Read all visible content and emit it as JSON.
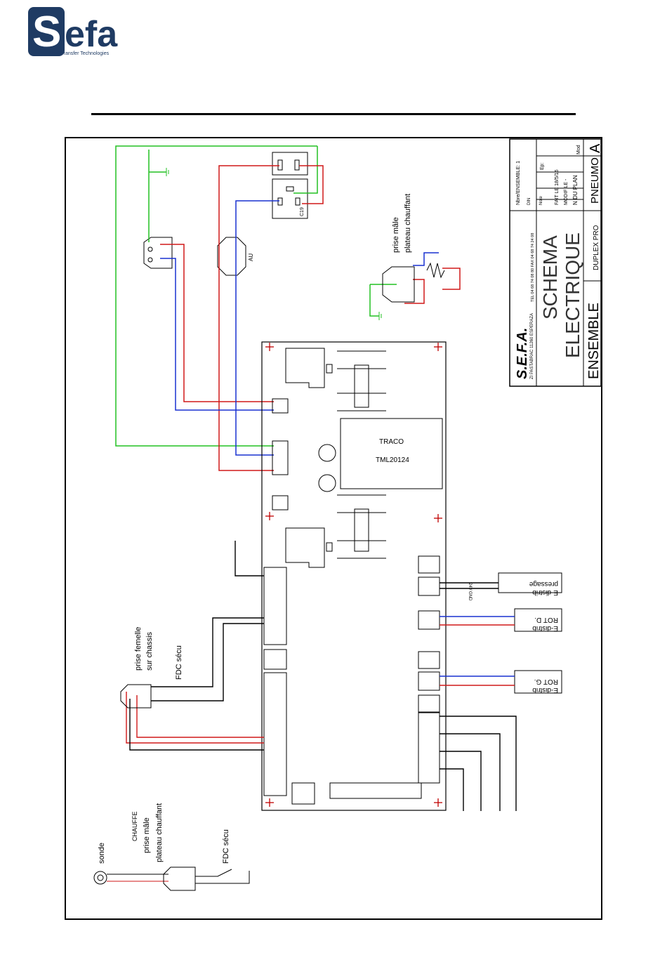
{
  "brand": {
    "logo_s": "S",
    "logo_text": "efa",
    "tagline": "Heat Transfer Technologies",
    "color": "#1f3b63"
  },
  "colors": {
    "earth": "#22c022",
    "phase": "#d01818",
    "neutral": "#1830d0",
    "line": "#000000"
  },
  "title_block": {
    "company": "S.E.F.A.",
    "address": "ZI PASTABRAC 11260 ESPERAZA",
    "phone": "TEL 04 68 74 08 80   FAX 04 68 74 24 08",
    "drawing_no": "Nbre/ENSEMBLE: 1",
    "din": "DIN",
    "note": "Note",
    "ep": "Ep:",
    "made_on": "FAIT LE 18/5/16",
    "modif": "MODIF LE -",
    "plan_no": "N DU PLAN",
    "mod": "Mod",
    "title1": "SCHEMA",
    "title2": "ELECTRIQUE",
    "ensemble": "ENSEMBLE",
    "product": "DUPLEX PRO",
    "pneumo": "PNEUMO",
    "rev": "A"
  },
  "labels": {
    "c19": "C19",
    "au": "AU",
    "male_plug_top_1": "prise mâle",
    "male_plug_top_2": "plateau chauffant",
    "board_psu": "TRACO",
    "board_psu_ref": "TML20124",
    "female_1": "prise femelle",
    "female_2": "sur chassis",
    "fdc_secu": "FDC sécu",
    "chauffe": "CHAUFFE",
    "male_plug_bot_1": "prise mâle",
    "male_plug_bot_2": "plateau chauffant",
    "fdc_secu_2": "FDC sécu",
    "sonde": "sonde",
    "edistrib_1a": "E-distrib",
    "edistrib_1b": "pressage",
    "edistrib_2a": "E-distrib",
    "edistrib_2b": "ROT D.",
    "edistrib_3a": "E-distrib",
    "edistrib_3b": "ROT G.",
    "gnd": "GND",
    "v24": "24V"
  }
}
